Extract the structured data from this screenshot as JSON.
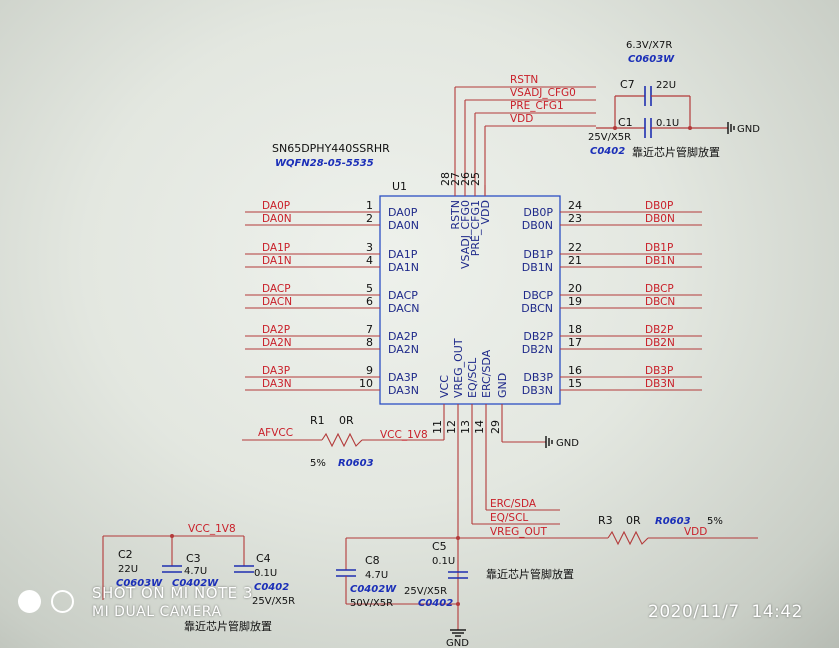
{
  "chip": {
    "part_number": "SN65DPHY440SSRHR",
    "package": "WQFN28-05-5535",
    "ref": "U1",
    "left_pins": [
      {
        "num": "1",
        "name": "DA0P",
        "net": "DA0P"
      },
      {
        "num": "2",
        "name": "DA0N",
        "net": "DA0N"
      },
      {
        "num": "3",
        "name": "DA1P",
        "net": "DA1P"
      },
      {
        "num": "4",
        "name": "DA1N",
        "net": "DA1N"
      },
      {
        "num": "5",
        "name": "DACP",
        "net": "DACP"
      },
      {
        "num": "6",
        "name": "DACN",
        "net": "DACN"
      },
      {
        "num": "7",
        "name": "DA2P",
        "net": "DA2P"
      },
      {
        "num": "8",
        "name": "DA2N",
        "net": "DA2N"
      },
      {
        "num": "9",
        "name": "DA3P",
        "net": "DA3P"
      },
      {
        "num": "10",
        "name": "DA3N",
        "net": "DA3N"
      }
    ],
    "right_pins": [
      {
        "num": "24",
        "name": "DB0P",
        "net": "DB0P"
      },
      {
        "num": "23",
        "name": "DB0N",
        "net": "DB0N"
      },
      {
        "num": "22",
        "name": "DB1P",
        "net": "DB1P"
      },
      {
        "num": "21",
        "name": "DB1N",
        "net": "DB1N"
      },
      {
        "num": "20",
        "name": "DBCP",
        "net": "DBCP"
      },
      {
        "num": "19",
        "name": "DBCN",
        "net": "DBCN"
      },
      {
        "num": "18",
        "name": "DB2P",
        "net": "DB2P"
      },
      {
        "num": "17",
        "name": "DB2N",
        "net": "DB2N"
      },
      {
        "num": "16",
        "name": "DB3P",
        "net": "DB3P"
      },
      {
        "num": "15",
        "name": "DB3N",
        "net": "DB3N"
      }
    ],
    "top_pins": [
      {
        "num": "28",
        "name": "RSTN"
      },
      {
        "num": "27",
        "name": "VSADJ_CFG0"
      },
      {
        "num": "26",
        "name": "PRE_CFG1"
      },
      {
        "num": "25",
        "name": "VDD"
      }
    ],
    "bottom_pins": [
      {
        "num": "11",
        "name": "VCC"
      },
      {
        "num": "12",
        "name": "VREG_OUT"
      },
      {
        "num": "13",
        "name": "EQ/SCL"
      },
      {
        "num": "14",
        "name": "ERC/SDA"
      },
      {
        "num": "29",
        "name": "GND"
      }
    ]
  },
  "top_nets": [
    "RSTN",
    "VSADJ_CFG0",
    "PRE_CFG1",
    "VDD"
  ],
  "c7": {
    "ref": "C7",
    "value": "22U",
    "rating": "6.3V/X7R",
    "package": "C0603W"
  },
  "c1": {
    "ref": "C1",
    "value": "0.1U",
    "rating": "25V/X5R",
    "package": "C0402",
    "note": "靠近芯片管脚放置"
  },
  "gnd_label": "GND",
  "r1": {
    "ref": "R1",
    "value": "0R",
    "tolerance": "5%",
    "package": "R0603",
    "net_in": "AFVCC",
    "net_out": "VCC_1V8"
  },
  "bottom_nets": {
    "erc": "ERC/SDA",
    "eq": "EQ/SCL",
    "vreg": "VREG_OUT"
  },
  "r3": {
    "ref": "R3",
    "value": "0R",
    "package": "R0603",
    "tolerance": "5%",
    "net_out": "VDD"
  },
  "vcc_net": "VCC_1V8",
  "c2": {
    "ref": "C2",
    "value": "22U",
    "package": "C0603W"
  },
  "c3": {
    "ref": "C3",
    "value": "4.7U",
    "package": "C0402W"
  },
  "c4": {
    "ref": "C4",
    "value": "0.1U",
    "package": "C0402",
    "rating": "25V/X5R"
  },
  "c4_note": "靠近芯片管脚放置",
  "c8": {
    "ref": "C8",
    "value": "4.7U",
    "package": "C0402W",
    "rating": "50V/X5R"
  },
  "c5": {
    "ref": "C5",
    "value": "0.1U",
    "rating": "25V/X5R",
    "package": "C0402",
    "note": "靠近芯片管脚放置"
  },
  "camera": {
    "line1": "SHOT ON MI NOTE 3",
    "line2": "MI DUAL CAMERA",
    "timestamp": "2020/11/7  14:42"
  },
  "colors": {
    "wire": "#b33a3a",
    "net_label": "#c9202a",
    "chip_outline": "#2c4fc4",
    "pin_name": "#1f2a8a",
    "footprint": "#1b2fb8",
    "cap": "#1f2fb0"
  }
}
